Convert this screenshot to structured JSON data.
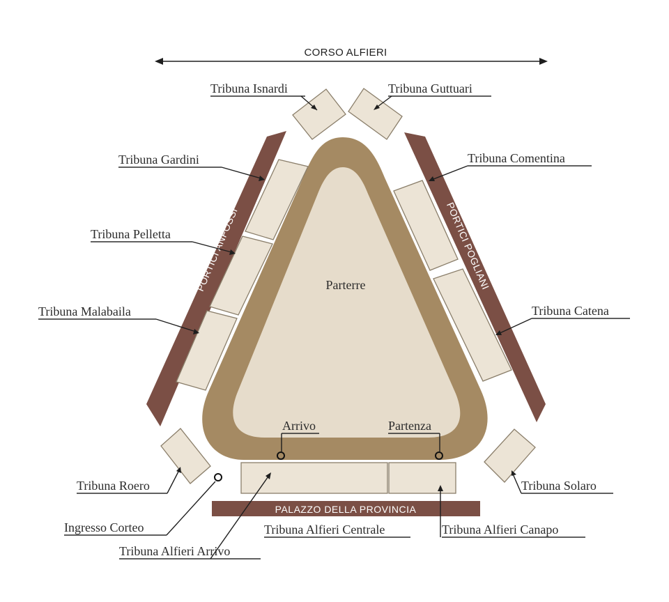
{
  "colors": {
    "track": "#a58a63",
    "parterre": "#e6dccb",
    "stand_fill": "#ece4d6",
    "portico": "#7b4f45",
    "text": "#2b2b2b"
  },
  "street_top": "CORSO ALFIERI",
  "porticos": {
    "left": "PORTICI ANFOSSI",
    "right": "PORTICI POGLIANI",
    "bottom": "PALAZZO DELLA PROVINCIA"
  },
  "center_label": "Parterre",
  "markers": {
    "arrival": "Arrivo",
    "start": "Partenza"
  },
  "stands": {
    "isnardi": "Tribuna Isnardi",
    "guttuari": "Tribuna Guttuari",
    "gardini": "Tribuna  Gardini",
    "comentina": "Tribuna  Comentina",
    "pelletta": "Tribuna  Pelletta",
    "malabaila": "Tribuna  Malabaila",
    "catena": "Tribuna  Catena",
    "roero": "Tribuna Roero",
    "solaro": "Tribuna Solaro",
    "ingresso": "Ingresso Corteo",
    "alfieri_centrale": "Tribuna Alfieri Centrale",
    "alfieri_canapo": "Tribuna Alfieri Canapo",
    "alfieri_arrivo": "Tribuna Alfieri  Arrivo"
  }
}
